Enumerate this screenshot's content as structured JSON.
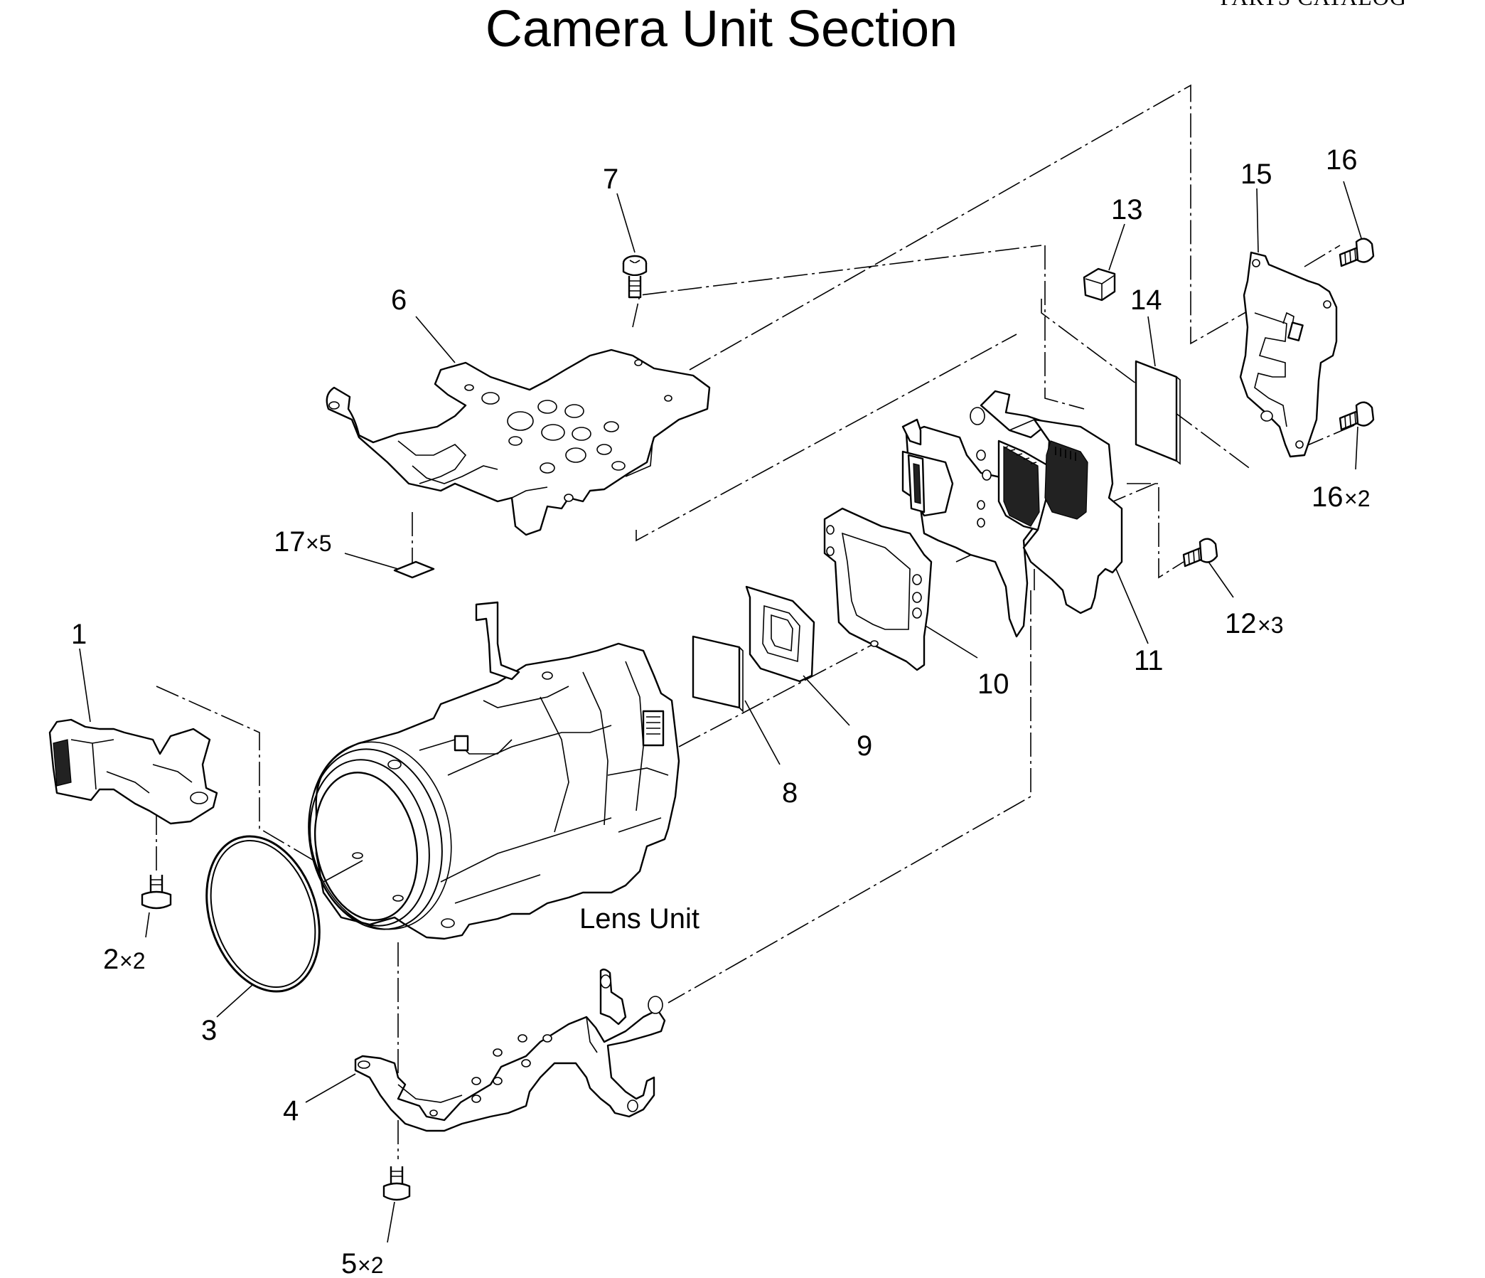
{
  "header": {
    "title": "Camera Unit Section",
    "catalog_label": "PARTS CATALOG"
  },
  "callouts": {
    "c1": "1",
    "c2": "2",
    "c2_qty": "×2",
    "c3": "3",
    "c4": "4",
    "c5": "5",
    "c5_qty": "×2",
    "c6": "6",
    "c7": "7",
    "c8": "8",
    "c9": "9",
    "c10": "10",
    "c11": "11",
    "c12": "12",
    "c12_qty": "×3",
    "c13": "13",
    "c14": "14",
    "c15": "15",
    "c16a": "16",
    "c16b": "16",
    "c16b_qty": "×2",
    "c17": "17",
    "c17_qty": "×5",
    "lens_unit": "Lens Unit"
  }
}
